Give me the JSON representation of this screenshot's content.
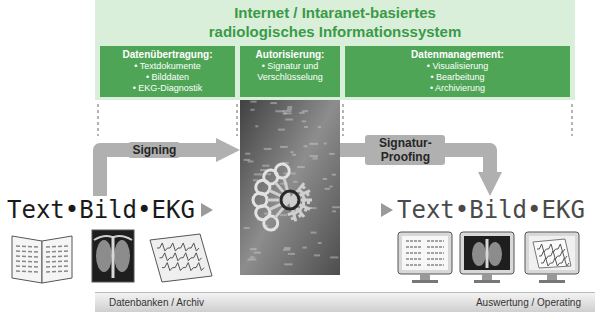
{
  "diagram": {
    "nodes": [
      {
        "text": [
          "Internet / Intaranet-basiertes radiologisches Informationssystem"
        ]
      },
      {
        "text": [
          "Datenübertragung:",
          "• Textdokumente",
          "• Bilddaten",
          "• EKG-Diagnostik"
        ],
        "in": 0
      },
      {
        "text": [
          "Autorisierung:",
          "• Signatur und Verschlüsselung"
        ],
        "in": 0
      },
      {
        "text": [
          "Datenmanagement:",
          "• Visualisierung",
          "• Bearbeitung",
          "• Archivierung"
        ],
        "in": 0
      },
      {
        "text": [
          "Text•Bild•EKG"
        ]
      },
      {
        "text": [
          "Text•Bild•EKG"
        ]
      },
      {
        "text": [
          "Datenbanken / Archiv",
          "Auswertung / Operating"
        ]
      }
    ],
    "edges": [
      {
        "from": 4,
        "to": 2,
        "label": "Signing",
        "arrow": "to"
      },
      {
        "from": 2,
        "to": 5,
        "label": "Signatur-Proofing",
        "arrow": "to"
      }
    ]
  }
}
